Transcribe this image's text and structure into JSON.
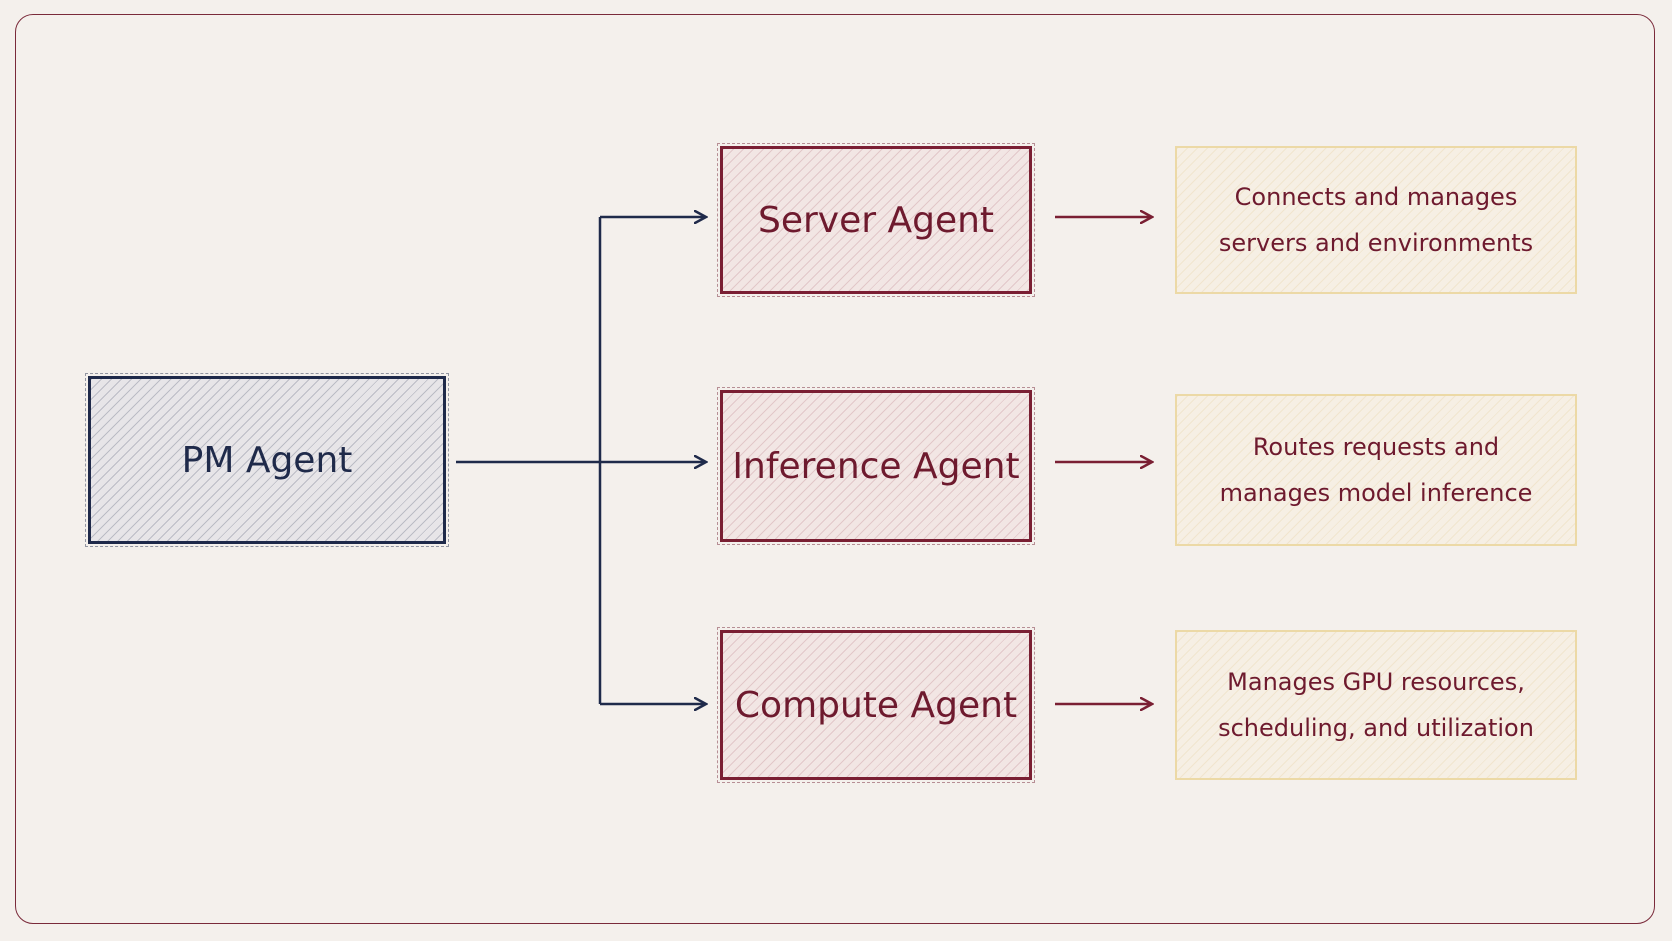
{
  "diagram": {
    "root": {
      "label": "PM Agent"
    },
    "agents": [
      {
        "label": "Server Agent",
        "description": [
          "Connects and manages",
          "servers and environments"
        ]
      },
      {
        "label": "Inference Agent",
        "description": [
          "Routes requests and",
          "manages model inference"
        ]
      },
      {
        "label": "Compute Agent",
        "description": [
          "Manages GPU resources,",
          "scheduling, and utilization"
        ]
      }
    ],
    "colors": {
      "navy": "#1f2a4a",
      "maroon": "#7a1f33",
      "sand": "#ecd9a6",
      "background": "#f4f0ec"
    }
  }
}
